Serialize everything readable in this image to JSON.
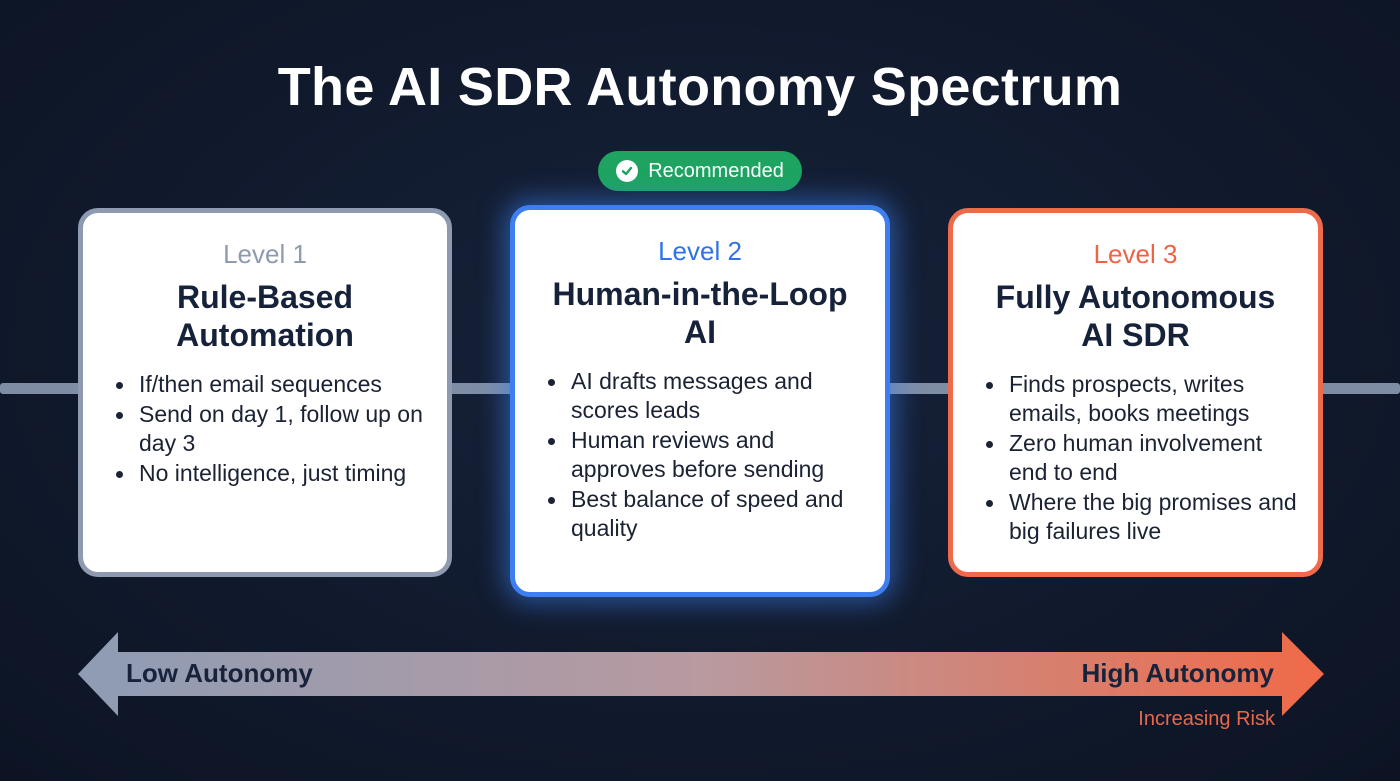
{
  "title": "The AI SDR Autonomy Spectrum",
  "badge": {
    "label": "Recommended",
    "icon": "check-circle-icon",
    "color": "#1ea460"
  },
  "levels": [
    {
      "level": "Level 1",
      "heading_line1": "Rule-Based",
      "heading_line2": "Automation",
      "accent": "#8e9ab0",
      "points": [
        "If/then email sequences",
        "Send on day 1, follow up on day 3",
        "No intelligence, just timing"
      ]
    },
    {
      "level": "Level 2",
      "heading_line1": "Human-in-the-Loop",
      "heading_line2": "AI",
      "accent": "#3d7ff0",
      "points": [
        "AI drafts messages and scores leads",
        "Human reviews and approves before sending",
        "Best balance of speed and quality"
      ]
    },
    {
      "level": "Level 3",
      "heading_line1": "Fully Autonomous",
      "heading_line2": "AI SDR",
      "accent": "#ee6a4b",
      "points": [
        "Finds prospects, writes emails, books meetings",
        "Zero human involvement end to end",
        "Where the big promises and big failures live"
      ]
    }
  ],
  "scale": {
    "low": "Low Autonomy",
    "high": "High Autonomy",
    "risk": "Increasing Risk",
    "low_color": "#8e9cb4",
    "high_color": "#f06a48"
  }
}
